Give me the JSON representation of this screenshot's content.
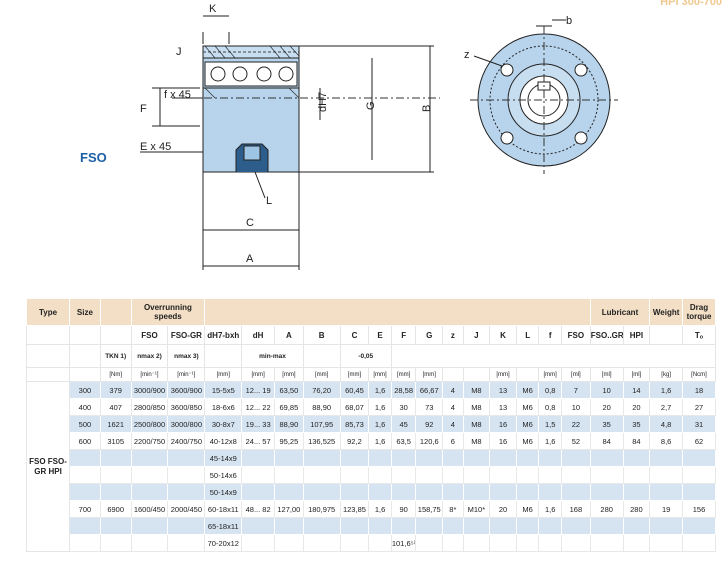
{
  "header_corner": "HPI 300-700",
  "product_label": "FSO",
  "drawing": {
    "labels": {
      "K": "K",
      "J": "J",
      "F": "F",
      "f45": "f x 45",
      "E45": "E x 45",
      "dH7": "dH7",
      "G": "G",
      "B": "B",
      "L": "L",
      "C": "C",
      "A": "A",
      "z": "z",
      "b": "b"
    }
  },
  "table": {
    "header1": {
      "type": "Type",
      "size": "Size",
      "overrunning": "Overrunning speeds",
      "lubricant": "Lubricant",
      "weight": "Weight",
      "drag": "Drag torque"
    },
    "header2": [
      "FSO",
      "FSO-GR",
      "dH7-bxh",
      "dH",
      "A",
      "B",
      "C",
      "E",
      "F",
      "G",
      "z",
      "J",
      "K",
      "L",
      "f",
      "FSO",
      "FSO..GR",
      "HPI",
      "",
      "Tₒ"
    ],
    "header3": {
      "tkn": "TKN 1)",
      "nmax1": "nmax 2)",
      "nmax2": "nmax 3)",
      "minmax": "min-max",
      "tol": "-0,05"
    },
    "units": [
      "",
      "[Nm]",
      "[min⁻¹]",
      "[min⁻¹]",
      "[mm]",
      "[mm]",
      "[mm]",
      "[mm]",
      "[mm]",
      "[mm]",
      "[mm]",
      "[mm]",
      "",
      "",
      "[mm]",
      "",
      "[mm]",
      "[ml]",
      "[ml]",
      "[ml]",
      "[kg]",
      "[Ncm]"
    ],
    "type_label": "FSO FSO-GR HPI",
    "rows": [
      [
        "300",
        "379",
        "3000/900",
        "3600/900",
        "15-5x5",
        "12... 19",
        "63,50",
        "76,20",
        "60,45",
        "1,6",
        "28,58",
        "66,67",
        "4",
        "M8",
        "13",
        "M6",
        "0,8",
        "7",
        "10",
        "14",
        "1,6",
        "18"
      ],
      [
        "400",
        "407",
        "2800/850",
        "3600/850",
        "18-6x6",
        "12... 22",
        "69,85",
        "88,90",
        "68,07",
        "1,6",
        "30",
        "73",
        "4",
        "M8",
        "13",
        "M6",
        "0,8",
        "10",
        "20",
        "20",
        "2,7",
        "27"
      ],
      [
        "500",
        "1621",
        "2500/800",
        "3000/800",
        "30-8x7",
        "19... 33",
        "88,90",
        "107,95",
        "85,73",
        "1,6",
        "45",
        "92",
        "4",
        "M8",
        "16",
        "M6",
        "1,5",
        "22",
        "35",
        "35",
        "4,8",
        "31"
      ],
      [
        "600",
        "3105",
        "2200/750",
        "2400/750",
        "40-12x8",
        "24... 57",
        "95,25",
        "136,525",
        "92,2",
        "1,6",
        "63,5",
        "120,6",
        "6",
        "M8",
        "16",
        "M6",
        "1,6",
        "52",
        "84",
        "84",
        "8,6",
        "62"
      ],
      [
        "",
        "",
        "",
        "",
        "45-14x9",
        "",
        "",
        "",
        "",
        "",
        "",
        "",
        "",
        "",
        "",
        "",
        "",
        "",
        "",
        "",
        "",
        ""
      ],
      [
        "",
        "",
        "",
        "",
        "50-14x6",
        "",
        "",
        "",
        "",
        "",
        "",
        "",
        "",
        "",
        "",
        "",
        "",
        "",
        "",
        "",
        "",
        ""
      ],
      [
        "",
        "",
        "",
        "",
        "50-14x9",
        "",
        "",
        "",
        "",
        "",
        "",
        "",
        "",
        "",
        "",
        "",
        "",
        "",
        "",
        "",
        "",
        ""
      ],
      [
        "700",
        "6900",
        "1600/450",
        "2000/450",
        "60-18x11",
        "48... 82",
        "127,00",
        "180,975",
        "123,85",
        "1,6",
        "90",
        "158,75",
        "8*",
        "M10*",
        "20",
        "M6",
        "1,6",
        "168",
        "280",
        "280",
        "19",
        "156"
      ],
      [
        "",
        "",
        "",
        "",
        "65-18x11",
        "",
        "",
        "",
        "",
        "",
        "",
        "",
        "",
        "",
        "",
        "",
        "",
        "",
        "",
        "",
        "",
        ""
      ],
      [
        "",
        "",
        "",
        "",
        "70-20x12",
        "",
        "",
        "",
        "",
        "",
        "101,6⁵⁾",
        "",
        "",
        "",
        "",
        "",
        "",
        "",
        "",
        "",
        "",
        ""
      ]
    ]
  }
}
